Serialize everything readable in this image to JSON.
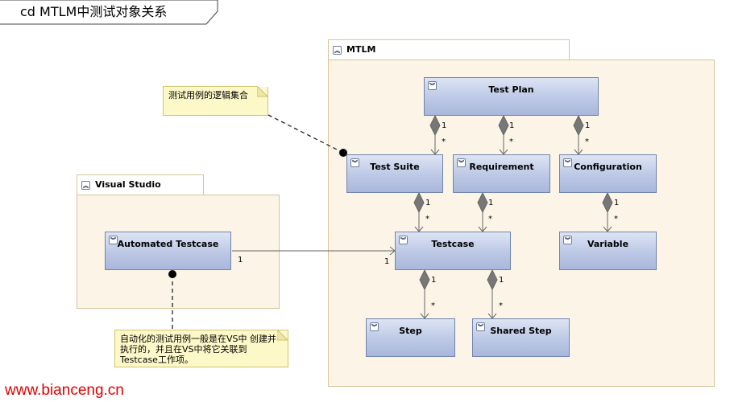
{
  "diagram": {
    "title": "cd MTLM中测试对象关系"
  },
  "packages": {
    "mtlm": {
      "label": "MTLM"
    },
    "visual_studio": {
      "label": "Visual Studio"
    }
  },
  "classes": {
    "test_plan": "Test  Plan",
    "test_suite": "Test Suite",
    "requirement": "Requirement",
    "configuration": "Configuration",
    "testcase": "Testcase",
    "variable": "Variable",
    "step": "Step",
    "shared_step": "Shared Step",
    "automated_testcase": "Automated Testcase"
  },
  "notes": {
    "suite_note": "测试用例的逻辑集合",
    "automated_note": "自动化的测试用例一般是在VS中 创建并执行的，并且在VS中将它关联到Testcase工作项。"
  },
  "multiplicity": {
    "one": "1",
    "many": "*"
  },
  "watermark": "www.bianceng.cn"
}
